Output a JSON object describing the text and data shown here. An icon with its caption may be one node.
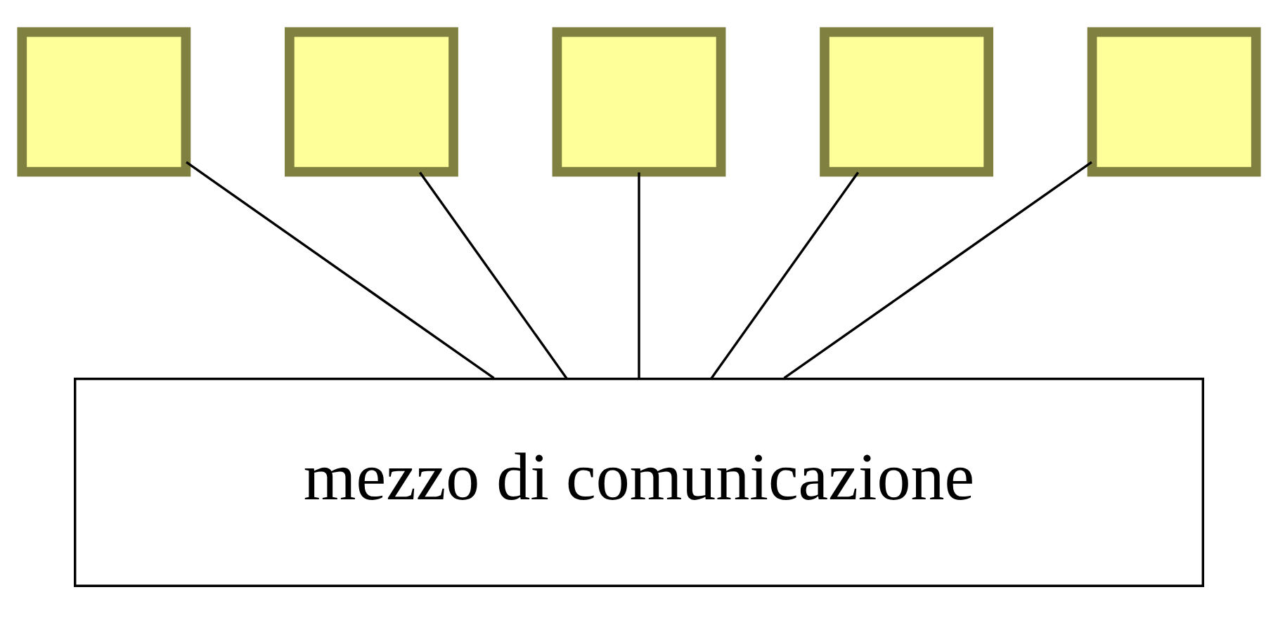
{
  "diagram": {
    "nodes": [
      {
        "text": [],
        "shape": "box"
      },
      {
        "text": [],
        "shape": "box"
      },
      {
        "text": [],
        "shape": "box"
      },
      {
        "text": [],
        "shape": "box"
      },
      {
        "text": [],
        "shape": "box"
      },
      {
        "text": [
          "mezzo di comunicazione"
        ]
      }
    ],
    "edges": [
      {
        "from": 0,
        "to": 5,
        "arrow": "none"
      },
      {
        "from": 1,
        "to": 5,
        "arrow": "none"
      },
      {
        "from": 2,
        "to": 5,
        "arrow": "none"
      },
      {
        "from": 3,
        "to": 5,
        "arrow": "none"
      },
      {
        "from": 4,
        "to": 5,
        "arrow": "none"
      }
    ]
  }
}
